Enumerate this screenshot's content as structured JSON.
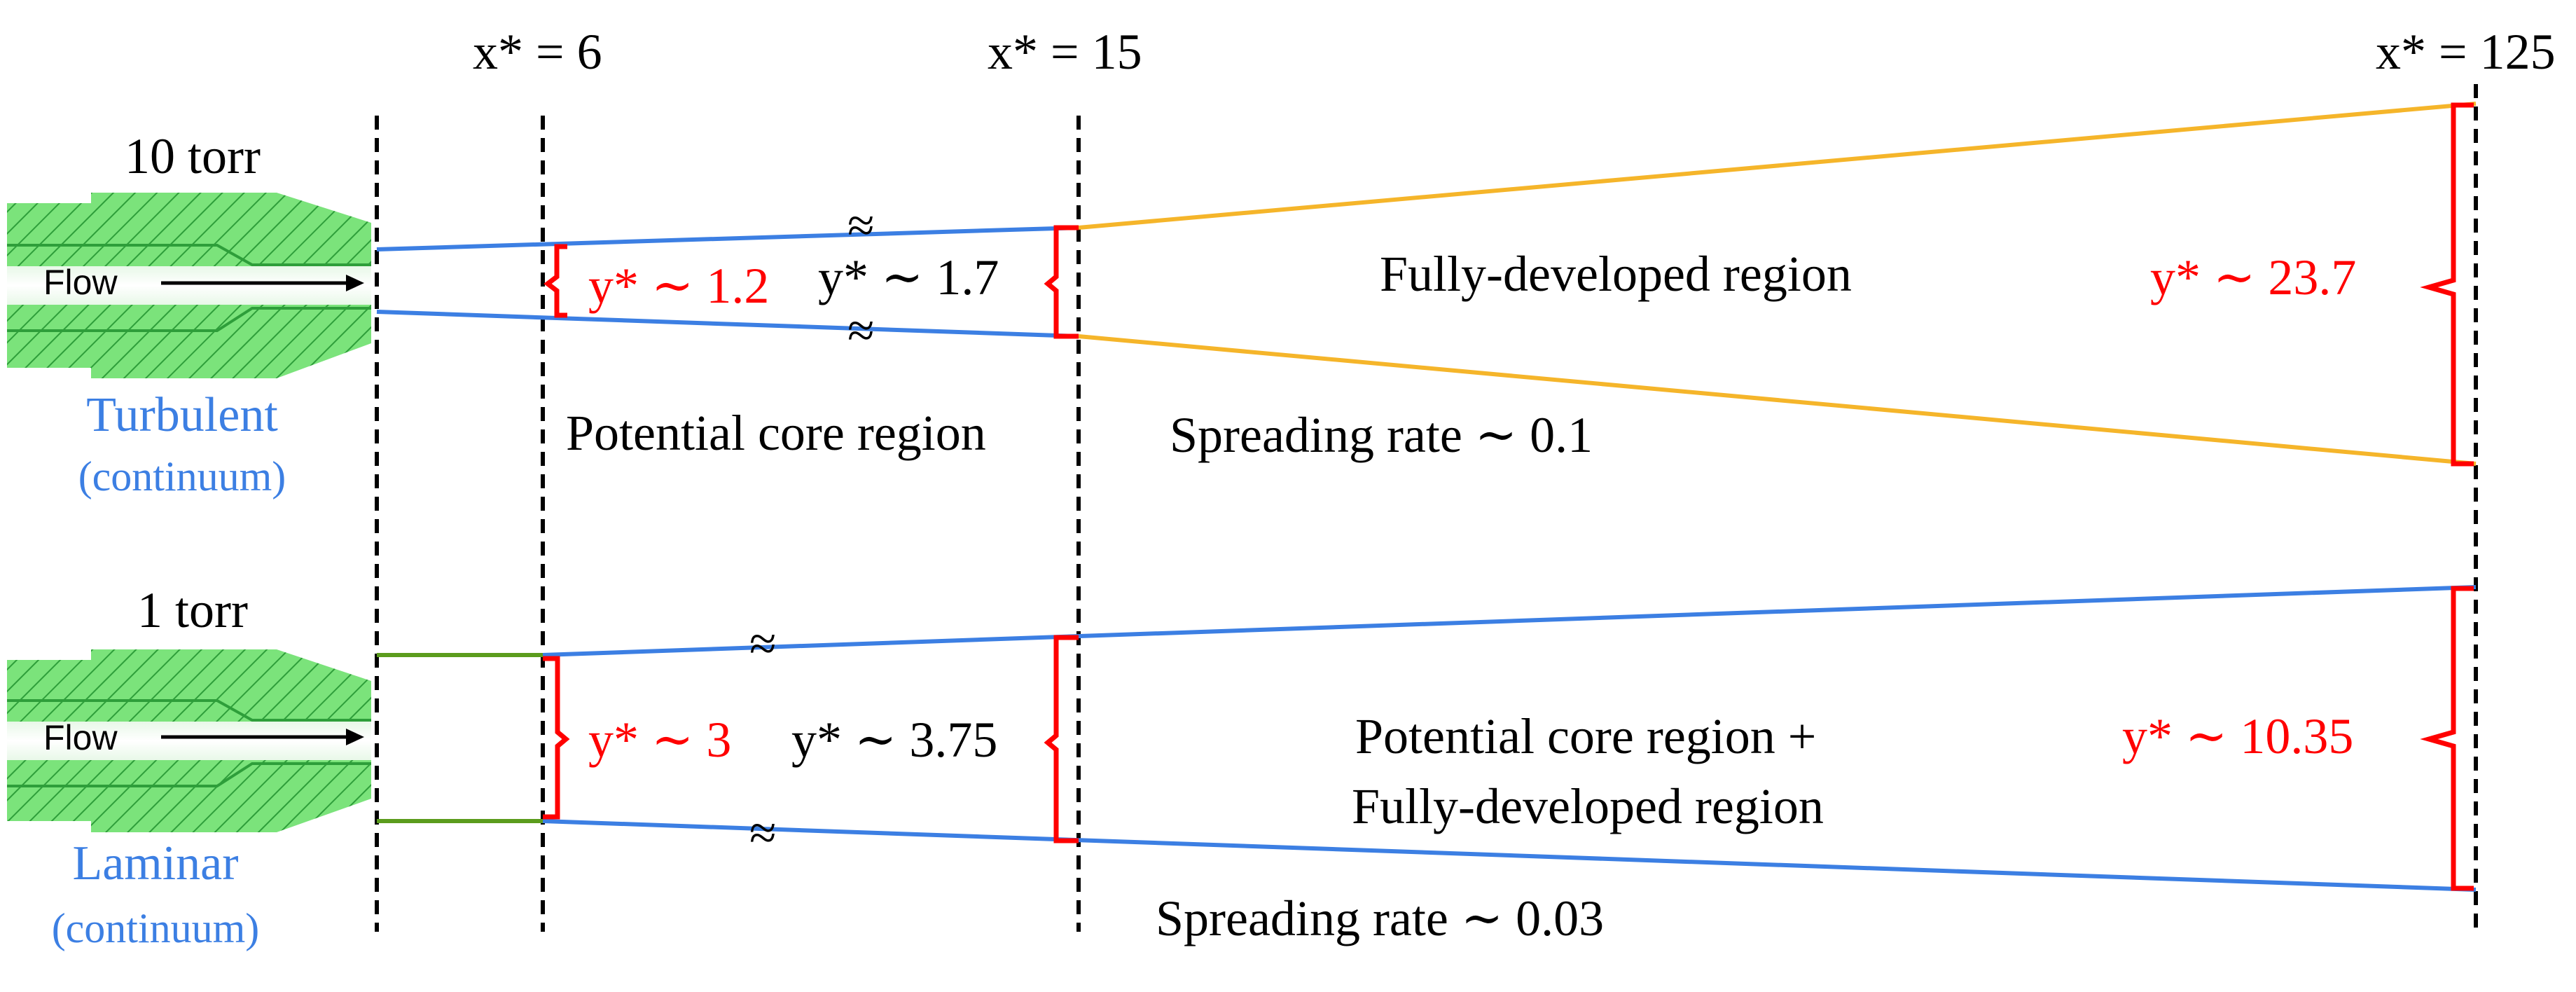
{
  "colors": {
    "turbulent_blue": "#3c7fe3",
    "laminar_green": "#5b9c1d",
    "fully_developed_orange": "#f5b52a",
    "bracket_red": "#ff0000",
    "nozzle_green": "#7be37b"
  },
  "stations": {
    "x6": "x* = 6",
    "x15": "x* = 15",
    "x125": "x* = 125"
  },
  "top_case": {
    "pressure": "10 torr",
    "flow_label": "Flow",
    "regime": "Turbulent",
    "regime_note": "(continuum)",
    "y_at_x6": "y* ∼ 1.2",
    "y_at_x15": "y* ∼ 1.7",
    "y_at_x125": "y* ∼ 23.7",
    "region_core": "Potential core region",
    "region_developed": "Fully-developed region",
    "spreading": "Spreading rate ∼ 0.1",
    "break_symbol": "≈"
  },
  "bottom_case": {
    "pressure": "1 torr",
    "flow_label": "Flow",
    "regime": "Laminar",
    "regime_note": "(continuum)",
    "y_at_x6": "y* ∼ 3",
    "y_at_x15": "y* ∼ 3.75",
    "y_at_x125": "y* ∼ 10.35",
    "region_line1": "Potential core region +",
    "region_line2": "Fully-developed region",
    "spreading": "Spreading rate ∼ 0.03",
    "break_symbol": "≈"
  }
}
